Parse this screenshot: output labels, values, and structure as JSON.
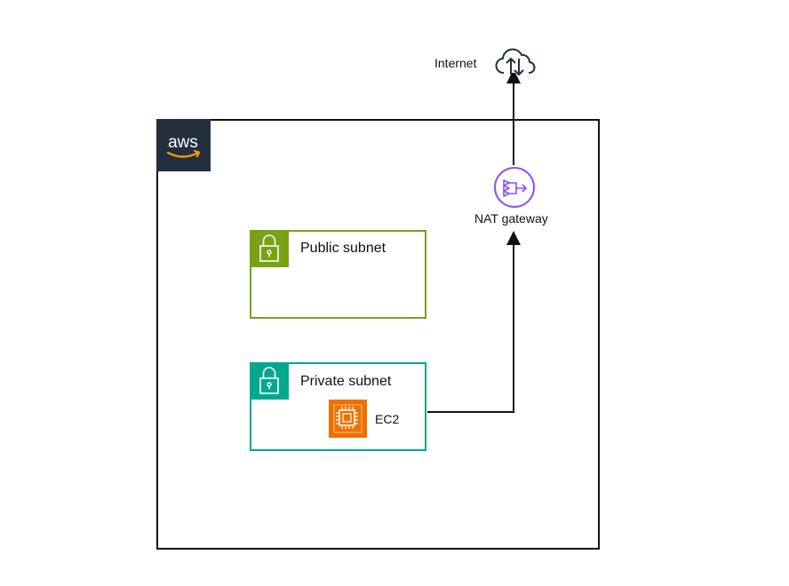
{
  "internet": {
    "label": "Internet"
  },
  "nat_gateway": {
    "label": "NAT gateway"
  },
  "public_subnet": {
    "label": "Public subnet"
  },
  "private_subnet": {
    "label": "Private subnet"
  },
  "ec2": {
    "label": "EC2"
  },
  "aws_logo": {
    "text": "aws"
  },
  "colors": {
    "aws_dark": "#232f3e",
    "public_subnet": "#7aa116",
    "private_subnet": "#01a88d",
    "ec2": "#ed7100",
    "nat_gateway": "#8c4fff",
    "line": "#111111"
  },
  "icons": {
    "internet": "cloud-upload-download-icon",
    "nat": "nat-gateway-icon",
    "lock": "padlock-icon",
    "ec2": "ec2-instance-icon"
  }
}
